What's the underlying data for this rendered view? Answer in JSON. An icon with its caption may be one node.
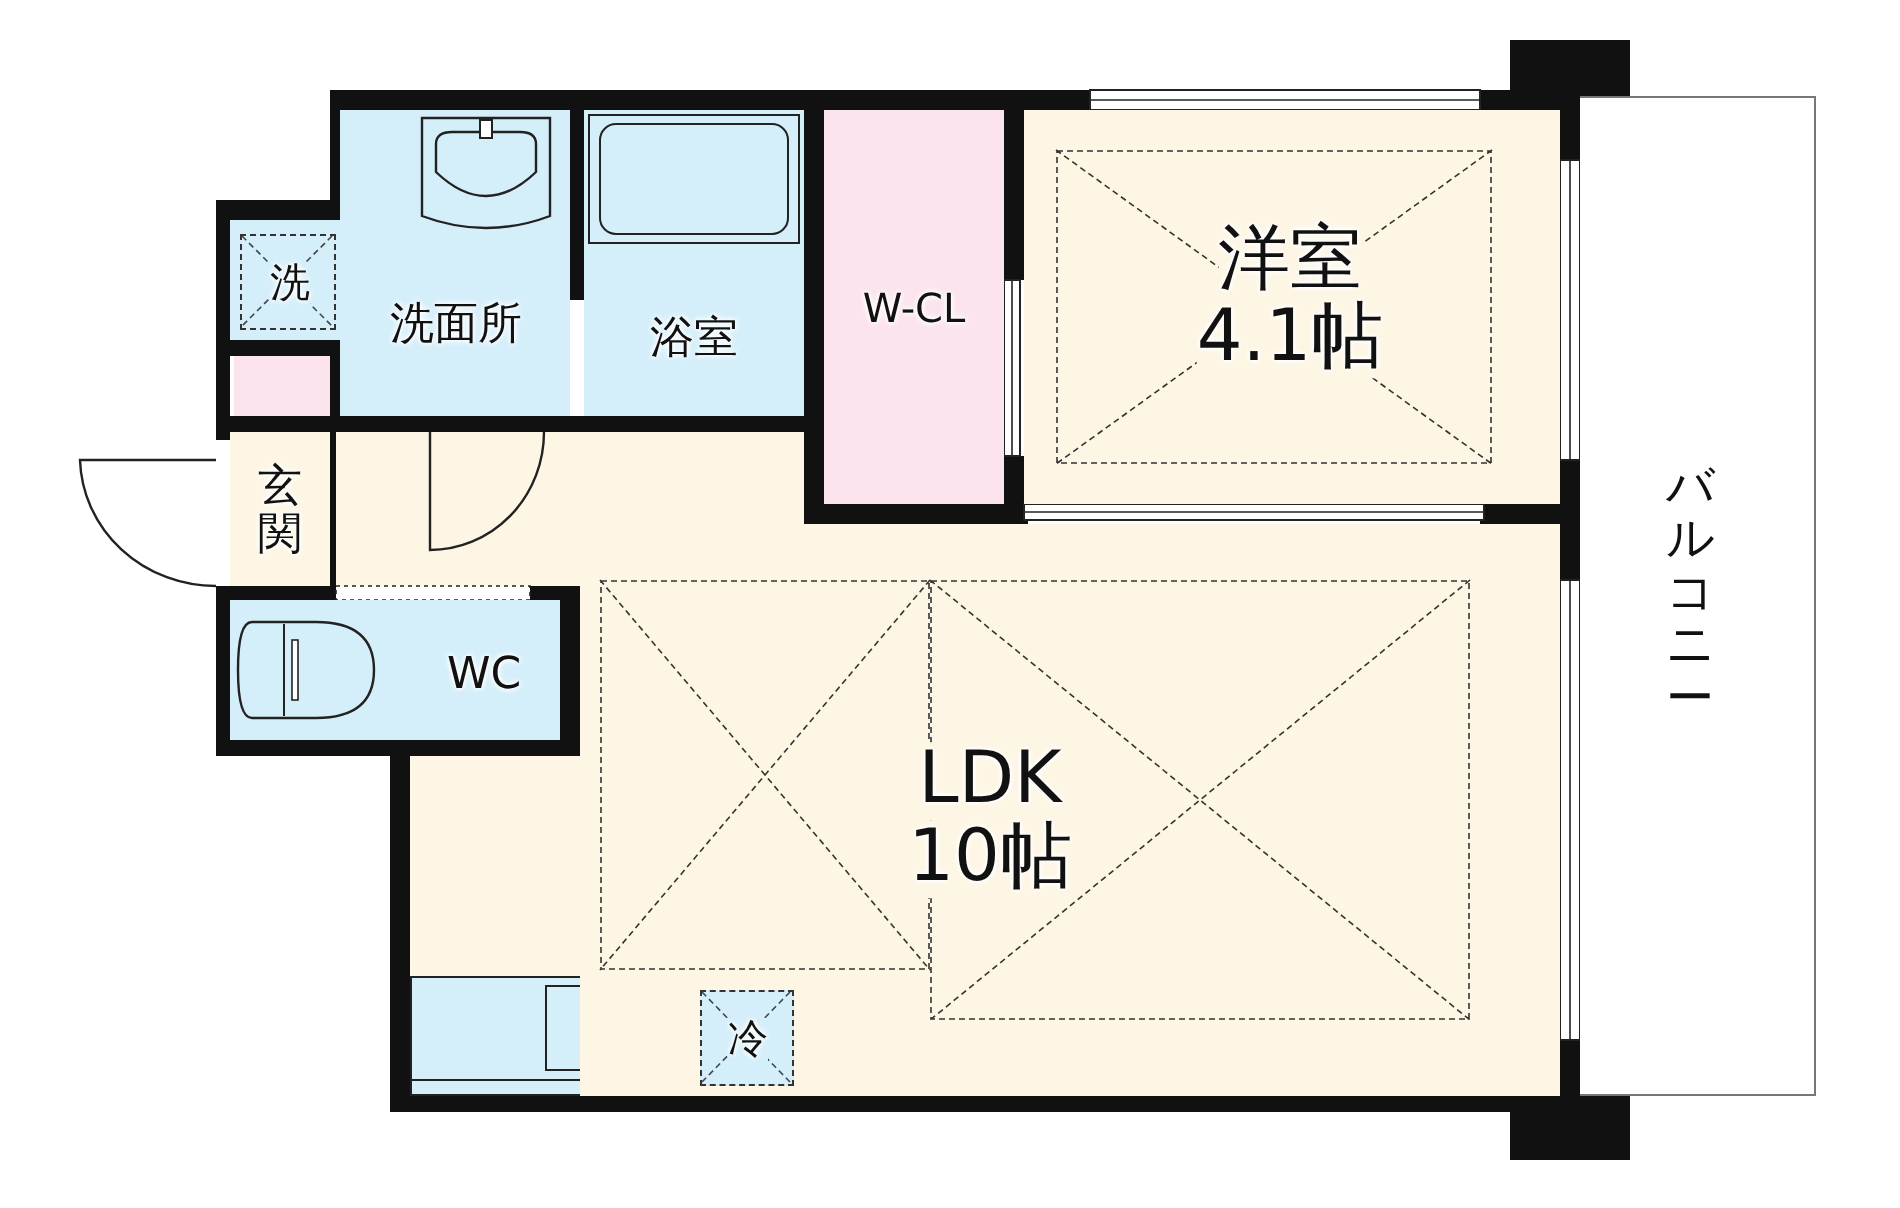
{
  "diagram": {
    "nodes": [
      {
        "text": [
          "洗"
        ]
      },
      {
        "text": [
          "洗面所"
        ]
      },
      {
        "text": [
          "浴室"
        ]
      },
      {
        "text": [
          "W-CL"
        ]
      },
      {
        "text": [
          "洋室",
          "4.1帖"
        ]
      },
      {
        "text": [
          "玄関"
        ]
      },
      {
        "text": [
          "WC"
        ]
      },
      {
        "text": [
          "LDK",
          "10帖"
        ]
      },
      {
        "text": [
          "冷"
        ],
        "in": 7
      },
      {
        "text": [
          "バルコニー"
        ]
      }
    ]
  }
}
